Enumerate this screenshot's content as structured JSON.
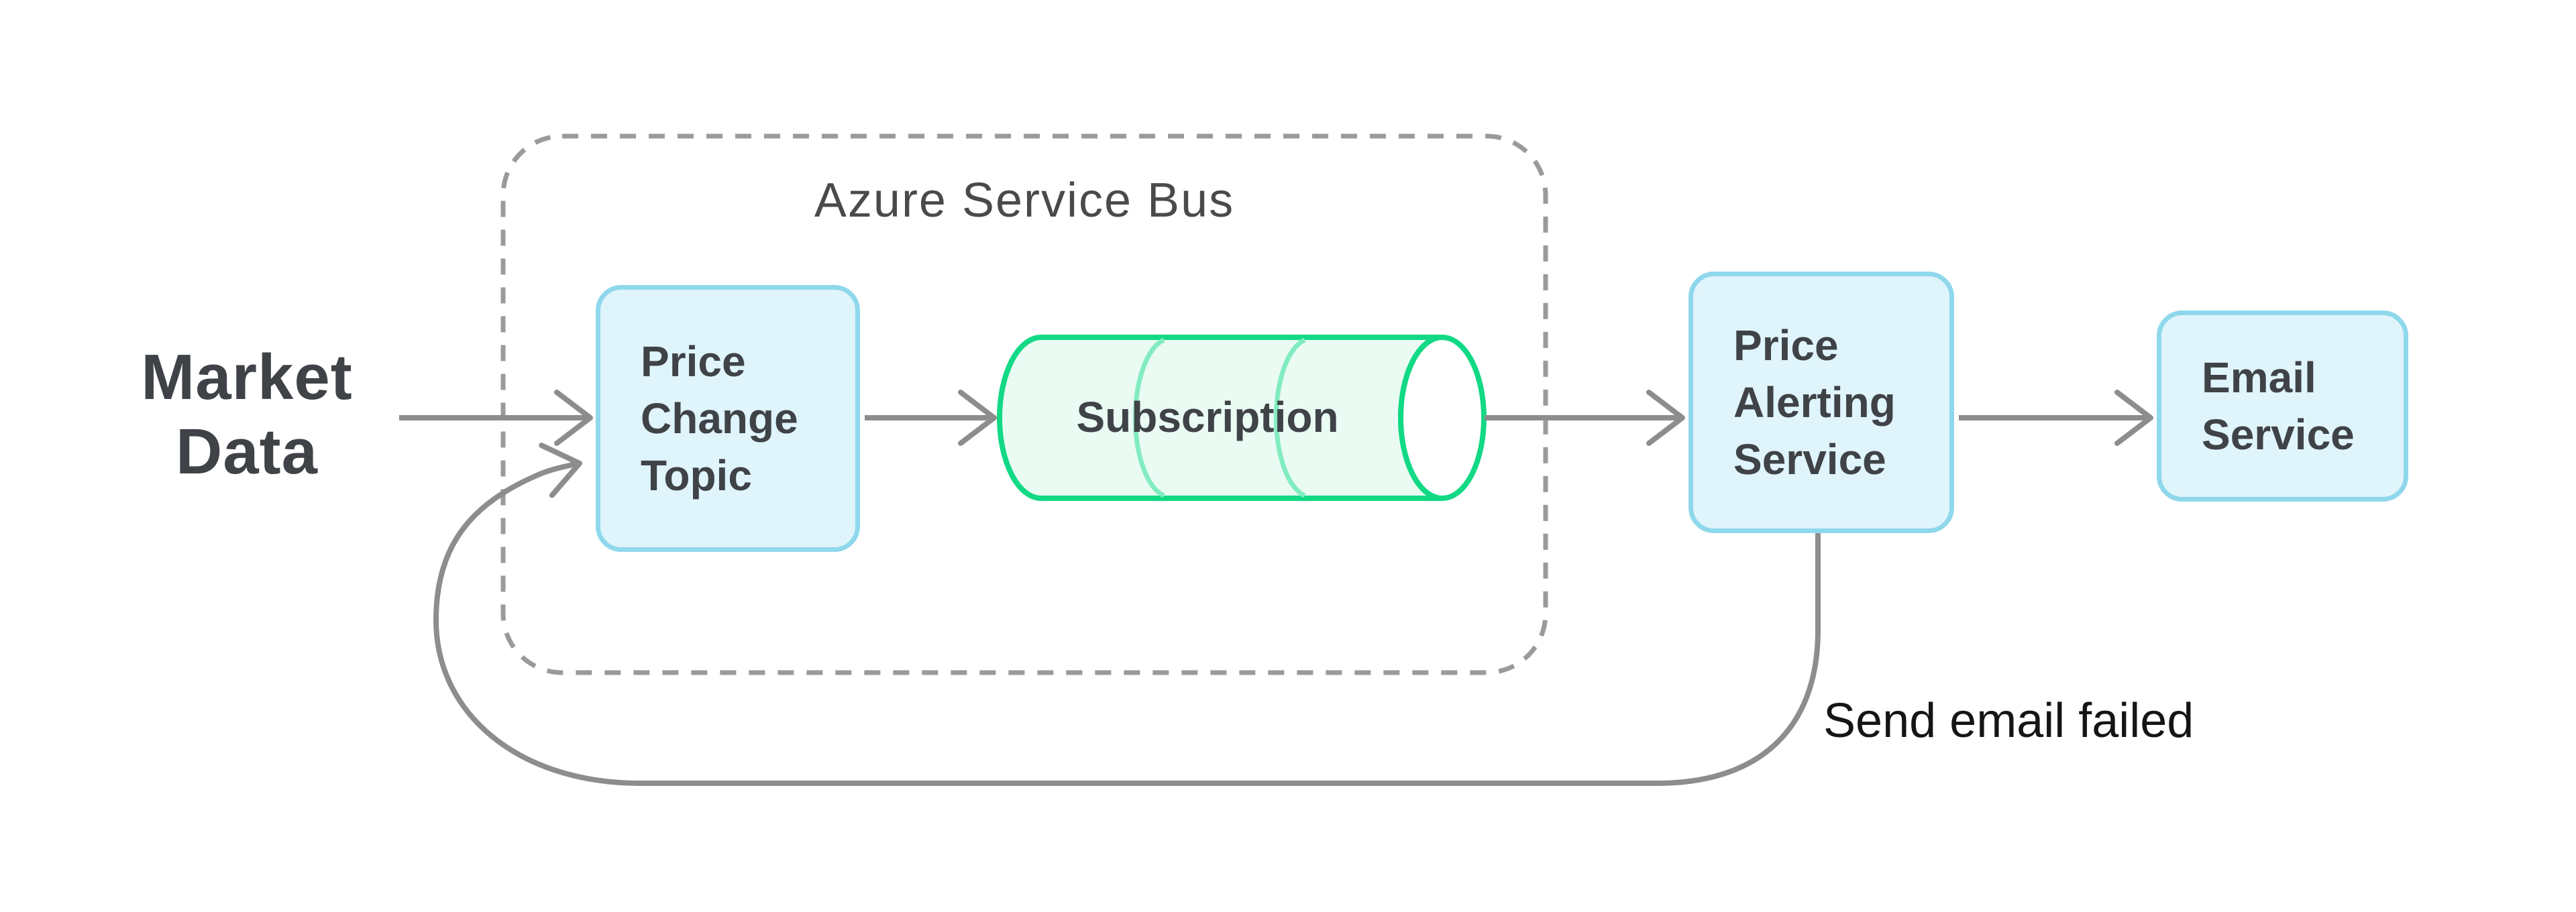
{
  "diagram": {
    "container": {
      "title": "Azure Service Bus",
      "style": "dashed-rounded-rect",
      "border_color": "#9a9a9a"
    },
    "nodes": {
      "market_data": {
        "label": "Market Data",
        "shape": "text"
      },
      "price_change_topic": {
        "label": "Price Change Topic",
        "shape": "rounded-rect",
        "fill": "#dff4fb",
        "border": "#8fd8ec",
        "inside_container": true
      },
      "subscription": {
        "label": "Subscription",
        "shape": "cylinder",
        "fill": "#e9fbf3",
        "border": "#12d985",
        "divider_color": "#82ecc0",
        "inside_container": true
      },
      "price_alerting_service": {
        "label": "Price Alerting Service",
        "shape": "rounded-rect",
        "fill": "#dff4fb",
        "border": "#8fd8ec",
        "inside_container": false
      },
      "email_service": {
        "label": "Email Service",
        "shape": "rounded-rect",
        "fill": "#dff4fb",
        "border": "#8fd8ec",
        "inside_container": false
      }
    },
    "edges": [
      {
        "from": "market_data",
        "to": "price_change_topic",
        "label": ""
      },
      {
        "from": "price_change_topic",
        "to": "subscription",
        "label": ""
      },
      {
        "from": "subscription",
        "to": "price_alerting_service",
        "label": ""
      },
      {
        "from": "price_alerting_service",
        "to": "email_service",
        "label": ""
      },
      {
        "from": "price_alerting_service",
        "to": "price_change_topic",
        "label": "Send email failed",
        "style": "feedback-loop"
      }
    ],
    "colors": {
      "arrow": "#8d8d8d",
      "text_dark": "#3f4347",
      "container_title": "#4a4a4a",
      "edge_label": "#151515",
      "background": "#ffffff"
    }
  }
}
